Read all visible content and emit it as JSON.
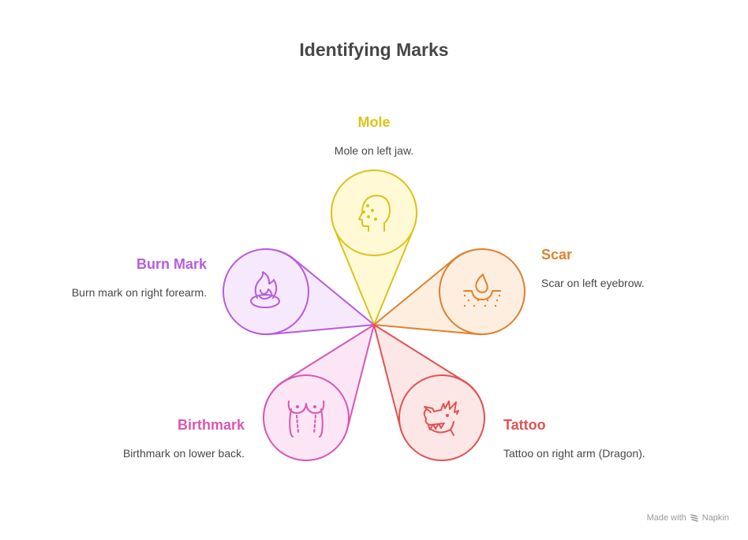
{
  "title": "Identifying Marks",
  "items": [
    {
      "label": "Mole",
      "description": "Mole on left jaw.",
      "icon": "head-with-spots-icon",
      "color": "#DCC31B",
      "fill": "#FFF9D6"
    },
    {
      "label": "Scar",
      "description": "Scar on left eyebrow.",
      "icon": "skin-drop-icon",
      "color": "#E0812E",
      "fill": "#FDEEE0"
    },
    {
      "label": "Tattoo",
      "description": "Tattoo on right arm (Dragon).",
      "icon": "dragon-head-icon",
      "color": "#E05353",
      "fill": "#FDE6E6"
    },
    {
      "label": "Birthmark",
      "description": "Birthmark on lower back.",
      "icon": "torso-icon",
      "color": "#D957B2",
      "fill": "#FCE6F5"
    },
    {
      "label": "Burn Mark",
      "description": "Burn mark on right forearm.",
      "icon": "flame-icon",
      "color": "#B65CDE",
      "fill": "#F7E9FD"
    }
  ],
  "footer": {
    "text": "Made with",
    "brand": "Napkin"
  }
}
